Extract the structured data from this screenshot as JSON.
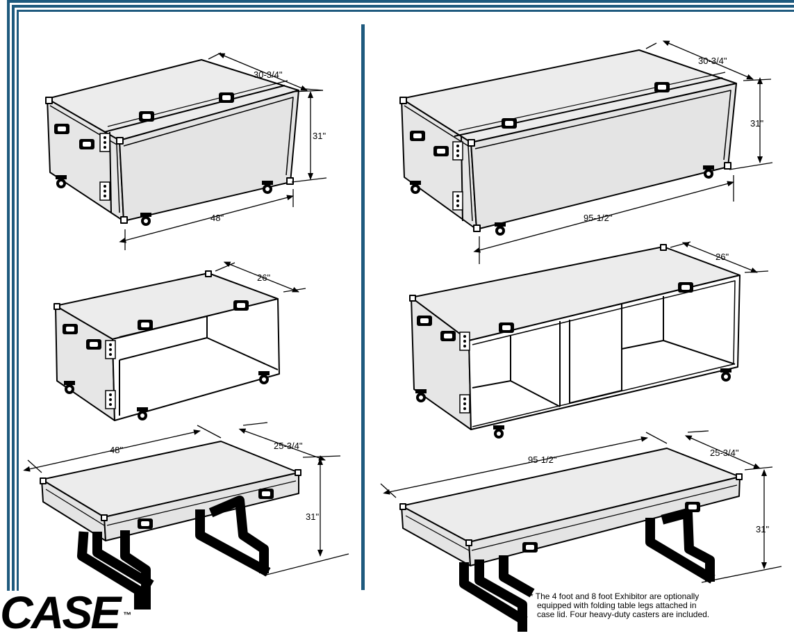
{
  "views": {
    "small_case": {
      "depth": "30-3/4\"",
      "height": "31\"",
      "width": "48\""
    },
    "large_case": {
      "depth": "30-3/4\"",
      "height": "31\"",
      "width": "95-1/2\""
    },
    "small_open": {
      "depth": "26\""
    },
    "large_open": {
      "depth": "26\""
    },
    "small_table": {
      "width": "48\"",
      "depth": "25-3/4\"",
      "height": "31\""
    },
    "large_table": {
      "width": "95-1/2\"",
      "depth": "25-3/4\"",
      "height": "31\""
    }
  },
  "note": {
    "line1": "*  The 4 foot and 8 foot Exhibitor are optionally",
    "line2": "equipped with folding table legs attached in",
    "line3": "case lid.  Four heavy-duty casters are included."
  },
  "logo": {
    "text": "CASE",
    "mark": "™"
  },
  "colors": {
    "rule": "#1e5a7e",
    "panel": "#e6e6e6",
    "line": "#000000"
  }
}
